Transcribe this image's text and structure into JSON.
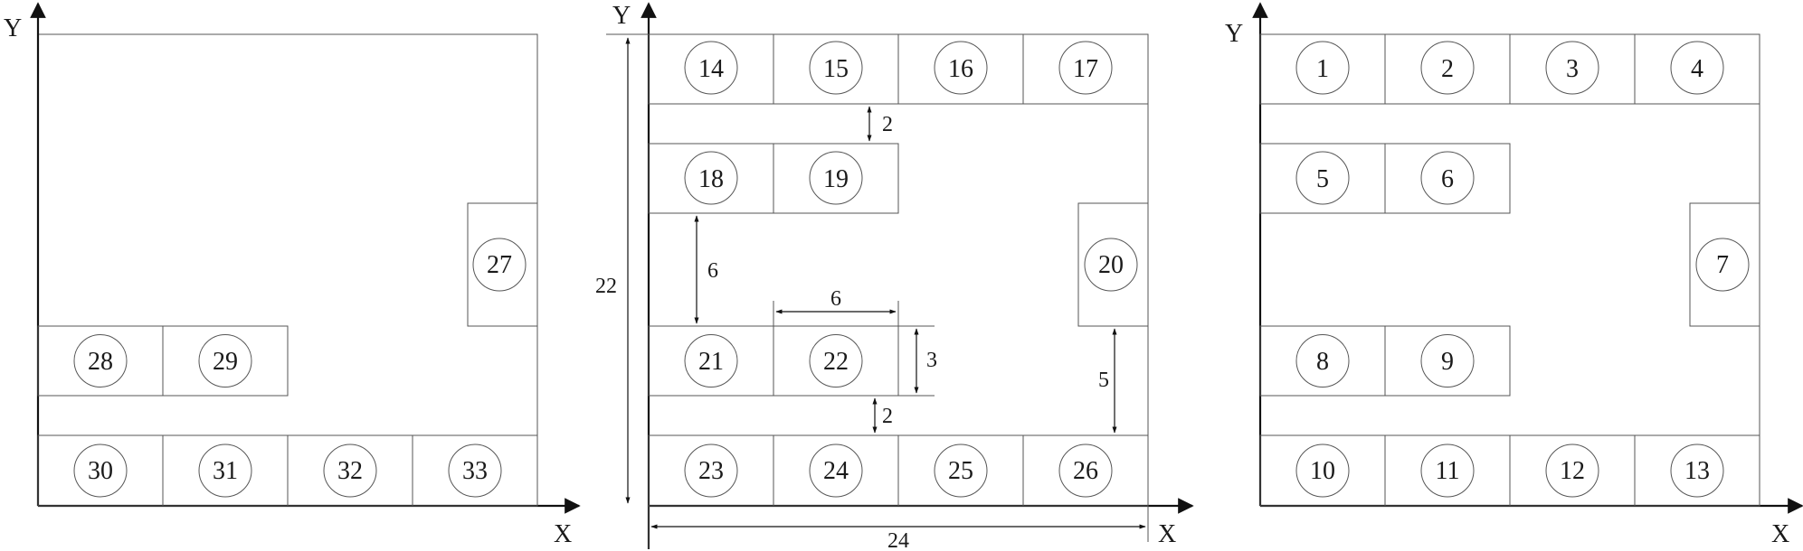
{
  "panels": [
    {
      "id": "left",
      "x_axis_label": "X",
      "y_axis_label": "Y",
      "cells": [
        "28",
        "29",
        "30",
        "31",
        "32",
        "33",
        "27"
      ]
    },
    {
      "id": "middle",
      "x_axis_label": "X",
      "y_axis_label": "Y",
      "cells": [
        "14",
        "15",
        "16",
        "17",
        "18",
        "19",
        "21",
        "22",
        "23",
        "24",
        "25",
        "26",
        "20"
      ],
      "dimensions": {
        "total_width": "24",
        "total_height": "22",
        "aisle_gap_top": "2",
        "vertical_gap": "6",
        "cell_width": "6",
        "cell_height": "3",
        "aisle_gap_bottom": "2",
        "right_gap": "5"
      }
    },
    {
      "id": "right",
      "x_axis_label": "X",
      "y_axis_label": "Y",
      "cells": [
        "1",
        "2",
        "3",
        "4",
        "5",
        "6",
        "8",
        "9",
        "10",
        "11",
        "12",
        "13",
        "7"
      ]
    }
  ],
  "colors": {
    "line": "#555555",
    "axis": "#111111",
    "text": "#1a1a1a"
  }
}
